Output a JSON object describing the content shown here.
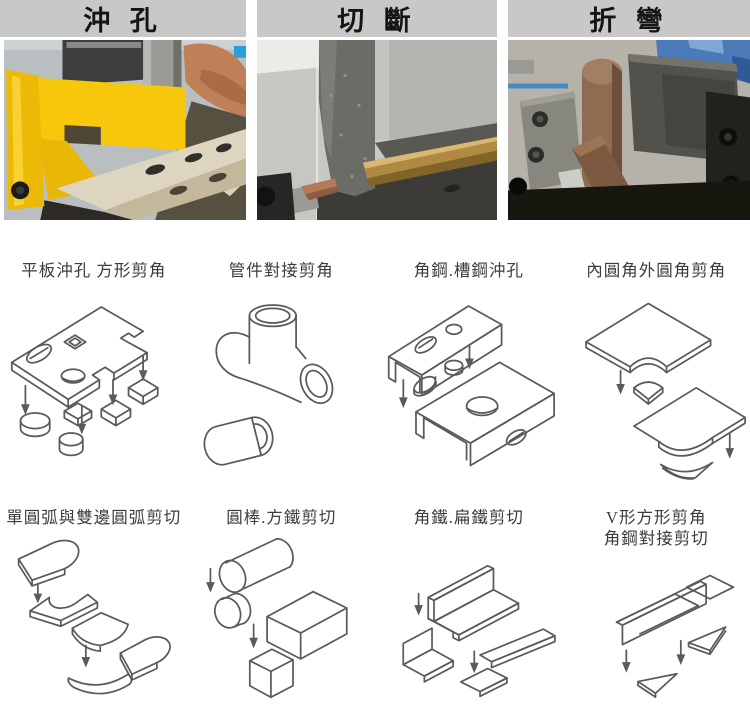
{
  "colors": {
    "header_bg": "#c8c8c8",
    "header_text": "#151515",
    "caption_text": "#3c3c3c",
    "line_art": "#5a5a5a",
    "machine_yellow": "#f6c70a",
    "brass": "#b08a42",
    "machine_blue": "#4a7ab8"
  },
  "operations": [
    {
      "title": "沖 孔",
      "photo_icon": "punching-machine-photo"
    },
    {
      "title": "切 斷",
      "photo_icon": "cutting-machine-photo"
    },
    {
      "title": "折 彎",
      "photo_icon": "bending-machine-photo"
    }
  ],
  "diagram_rows": [
    [
      {
        "caption": "平板沖孔 方形剪角",
        "caption2": "",
        "icon": "flat-plate-punch-diagram"
      },
      {
        "caption": "管件對接剪角",
        "caption2": "",
        "icon": "pipe-butt-notch-diagram"
      },
      {
        "caption": "角鋼.槽鋼沖孔",
        "caption2": "",
        "icon": "angle-channel-punch-diagram"
      },
      {
        "caption": "內圓角外圓角剪角",
        "caption2": "",
        "icon": "round-corner-notch-diagram"
      }
    ],
    [
      {
        "caption": "單圓弧與雙邊圓弧剪切",
        "caption2": "",
        "icon": "arc-shear-diagram"
      },
      {
        "caption": "圓棒.方鐵剪切",
        "caption2": "",
        "icon": "bar-shear-diagram"
      },
      {
        "caption": "角鐵.扁鐵剪切",
        "caption2": "",
        "icon": "angle-flat-iron-shear-diagram"
      },
      {
        "caption": "V形方形剪角",
        "caption2": "角鋼對接剪切",
        "icon": "v-notch-angle-butt-diagram"
      }
    ]
  ]
}
